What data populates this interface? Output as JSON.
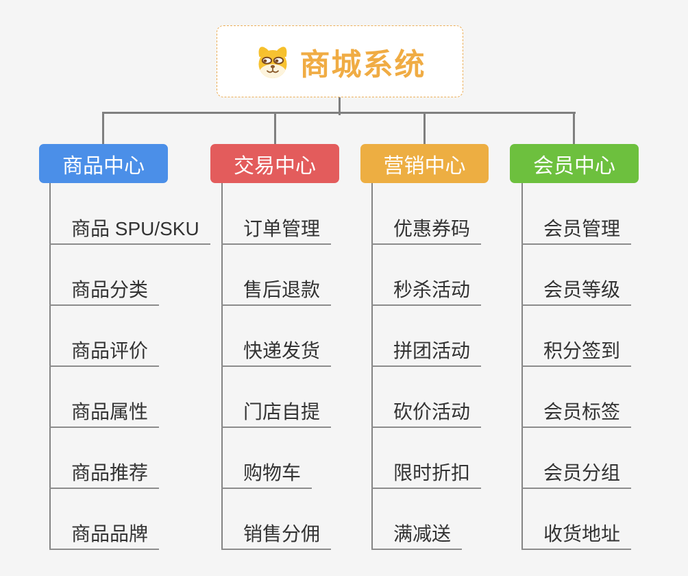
{
  "root": {
    "title": "商城系统",
    "icon": "shiba-dog-icon"
  },
  "branches": [
    {
      "label": "商品中心",
      "color": "#4b8fe8",
      "children": [
        "商品 SPU/SKU",
        "商品分类",
        "商品评价",
        "商品属性",
        "商品推荐",
        "商品品牌"
      ]
    },
    {
      "label": "交易中心",
      "color": "#e35c5c",
      "children": [
        "订单管理",
        "售后退款",
        "快递发货",
        "门店自提",
        "购物车",
        "销售分佣"
      ]
    },
    {
      "label": "营销中心",
      "color": "#edae42",
      "children": [
        "优惠券码",
        "秒杀活动",
        "拼团活动",
        "砍价活动",
        "限时折扣",
        "满减送"
      ]
    },
    {
      "label": "会员中心",
      "color": "#6dc03e",
      "children": [
        "会员管理",
        "会员等级",
        "积分签到",
        "会员标签",
        "会员分组",
        "收货地址"
      ]
    }
  ],
  "colors": {
    "background": "#f5f5f5",
    "connector": "#7f7f7f",
    "leaf_underline": "#8c8c8c",
    "leaf_text": "#333333",
    "root_border": "#ecae57",
    "root_text": "#f0ac44"
  }
}
